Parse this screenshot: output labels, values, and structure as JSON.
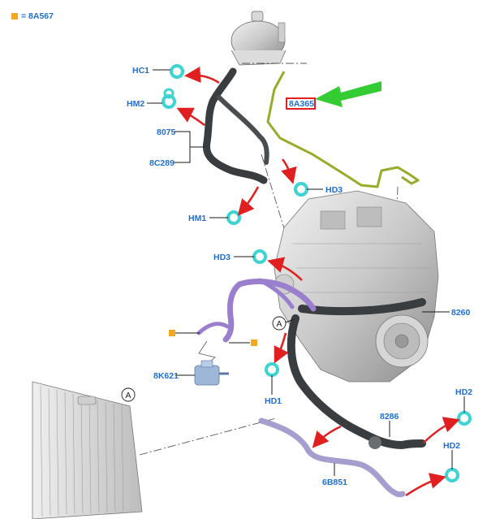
{
  "legend": {
    "marker_color": "#f5a623",
    "text": "= 8A567"
  },
  "labels": {
    "hc1": "HC1",
    "hm2": "HM2",
    "p8075": "8075",
    "p8c289": "8C289",
    "p8a365": "8A365",
    "hd3_top": "HD3",
    "hm1": "HM1",
    "hd3_mid": "HD3",
    "p8260": "8260",
    "callout_a1": "A",
    "p8k621": "8K621",
    "hd1": "HD1",
    "callout_a2": "A",
    "hd2_a": "HD2",
    "p8286": "8286",
    "hd2_b": "HD2",
    "p6b851": "6B851"
  },
  "colors": {
    "label_blue": "#1f6fd0",
    "arrow_red": "#e02020",
    "highlight_green": "#33cc33",
    "highlight_box": "#e02020",
    "clip_cyan": "#3fd3d3",
    "hose_dark": "#3a3d40",
    "hose_purple": "#9b7fcf",
    "hose_lavender": "#a79ed0",
    "line_olive": "#9aaa2a"
  }
}
